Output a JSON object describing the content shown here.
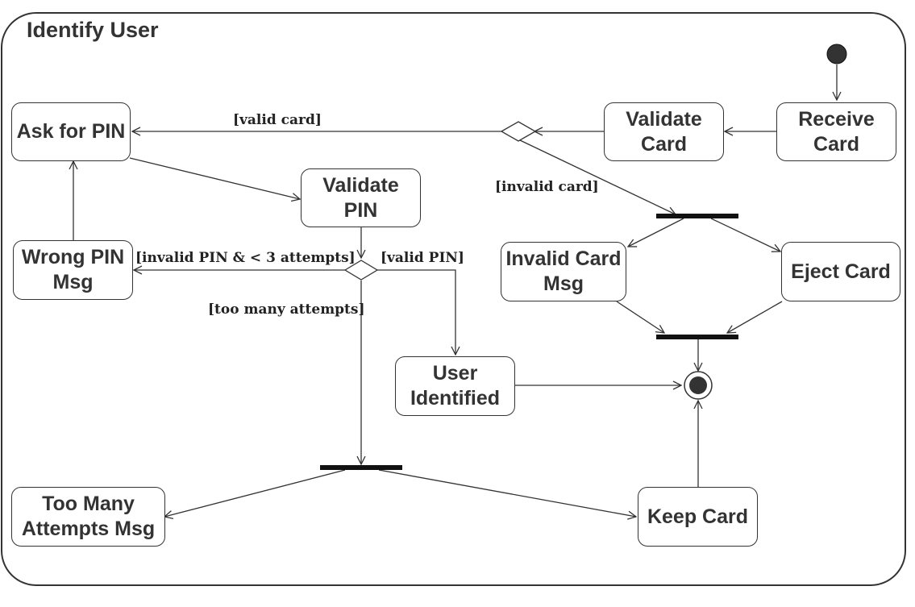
{
  "diagram": {
    "title": "Identify User",
    "nodes": {
      "ask_pin": "Ask for PIN",
      "validate_pin": "Validate PIN",
      "wrong_pin": "Wrong PIN Msg",
      "validate_card": "Validate Card",
      "receive_card": "Receive Card",
      "invalid_card_msg": "Invalid Card Msg",
      "eject_card": "Eject Card",
      "user_identified": "User Identified",
      "too_many_msg": "Too Many Attempts Msg",
      "keep_card": "Keep Card"
    },
    "guards": {
      "valid_card": "[valid card]",
      "invalid_card": "[invalid card]",
      "invalid_pin": "[invalid PIN & < 3 attempts]",
      "valid_pin": "[valid PIN]",
      "too_many": "[too many attempts]"
    },
    "colors": {
      "stroke": "#333333",
      "fill": "#333333"
    }
  }
}
